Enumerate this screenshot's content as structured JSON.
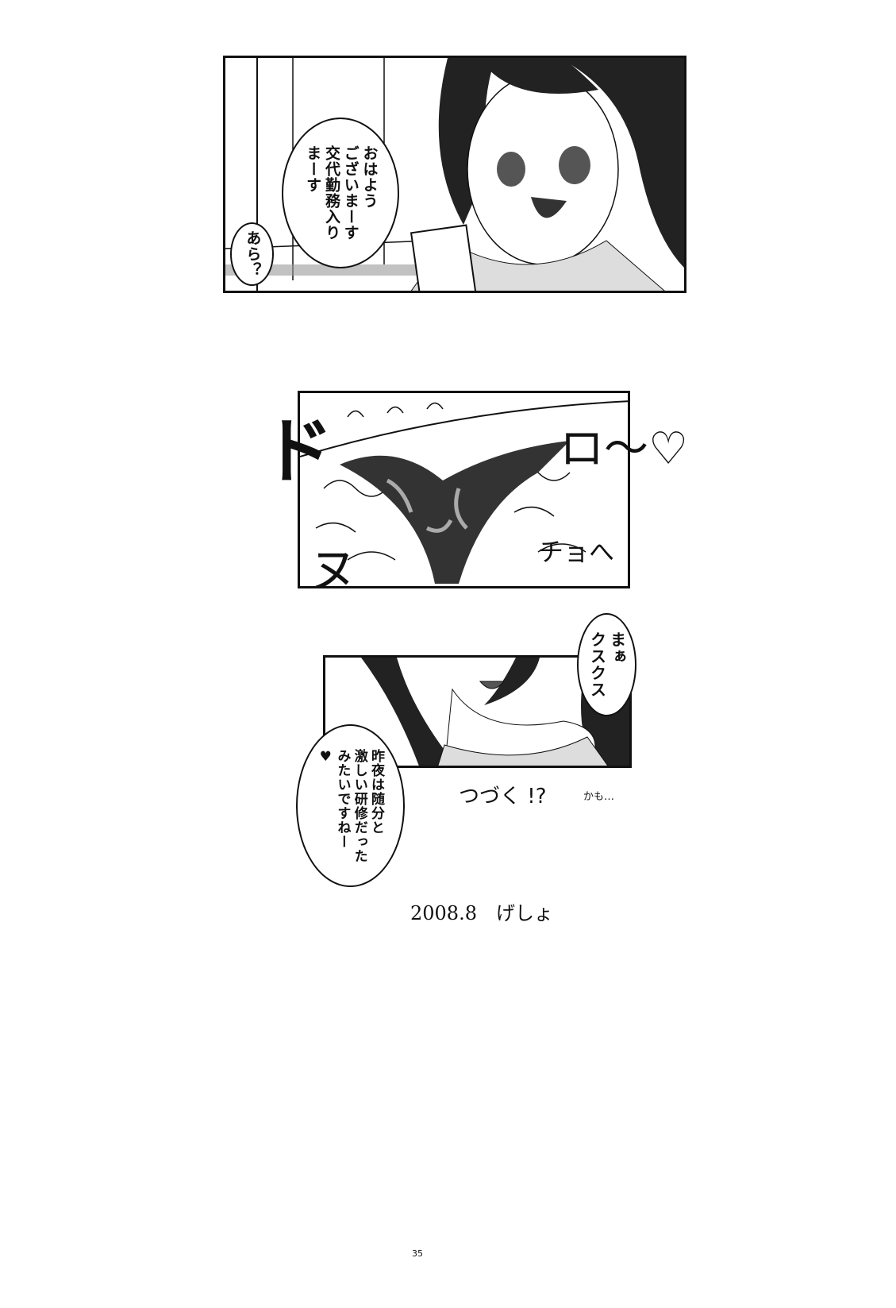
{
  "panel1": {
    "bubble_main": [
      "おはよう",
      "ございまーす",
      "交代勤務入り",
      "まーす"
    ],
    "bubble_small": "あら？"
  },
  "panel2": {
    "sfx_left": "ド",
    "sfx_right": "ロ～♡",
    "sfx_bottom_left": "ヌ",
    "sfx_bottom_right": "チョへ"
  },
  "panel3": {
    "bubble_right": [
      "まぁ",
      "クスクス"
    ],
    "bubble_left": [
      "昨夜は随分と",
      "激しい研修だった",
      "みたいですねー",
      "♥"
    ]
  },
  "caption": {
    "continued": "つづく !?",
    "maybe": "かも…"
  },
  "signature": "2008.8　げしょ",
  "page_number": "35"
}
